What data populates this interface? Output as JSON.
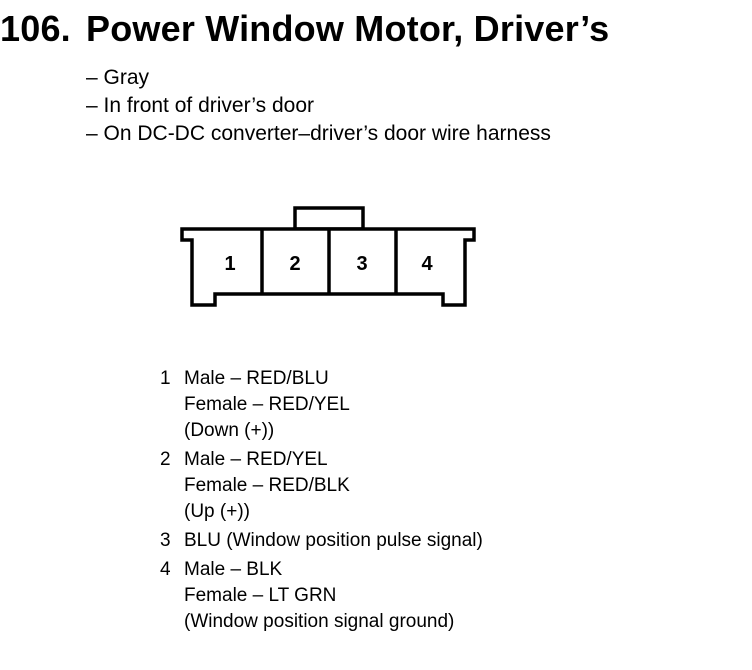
{
  "header": {
    "number": "106.",
    "title": "Power Window Motor, Driver’s"
  },
  "notes": [
    "– Gray",
    "– In front of driver’s door",
    "– On DC-DC converter–driver’s door wire harness"
  ],
  "connector": {
    "cavities": [
      "1",
      "2",
      "3",
      "4"
    ]
  },
  "pins": [
    {
      "number": "1",
      "lines": [
        "Male – RED/BLU",
        "Female – RED/YEL",
        "(Down (+))"
      ]
    },
    {
      "number": "2",
      "lines": [
        "Male – RED/YEL",
        "Female – RED/BLK",
        "(Up (+))"
      ]
    },
    {
      "number": "3",
      "lines": [
        "BLU (Window position pulse signal)"
      ]
    },
    {
      "number": "4",
      "lines": [
        "Male – BLK",
        "Female – LT GRN",
        "(Window position signal ground)"
      ]
    }
  ]
}
